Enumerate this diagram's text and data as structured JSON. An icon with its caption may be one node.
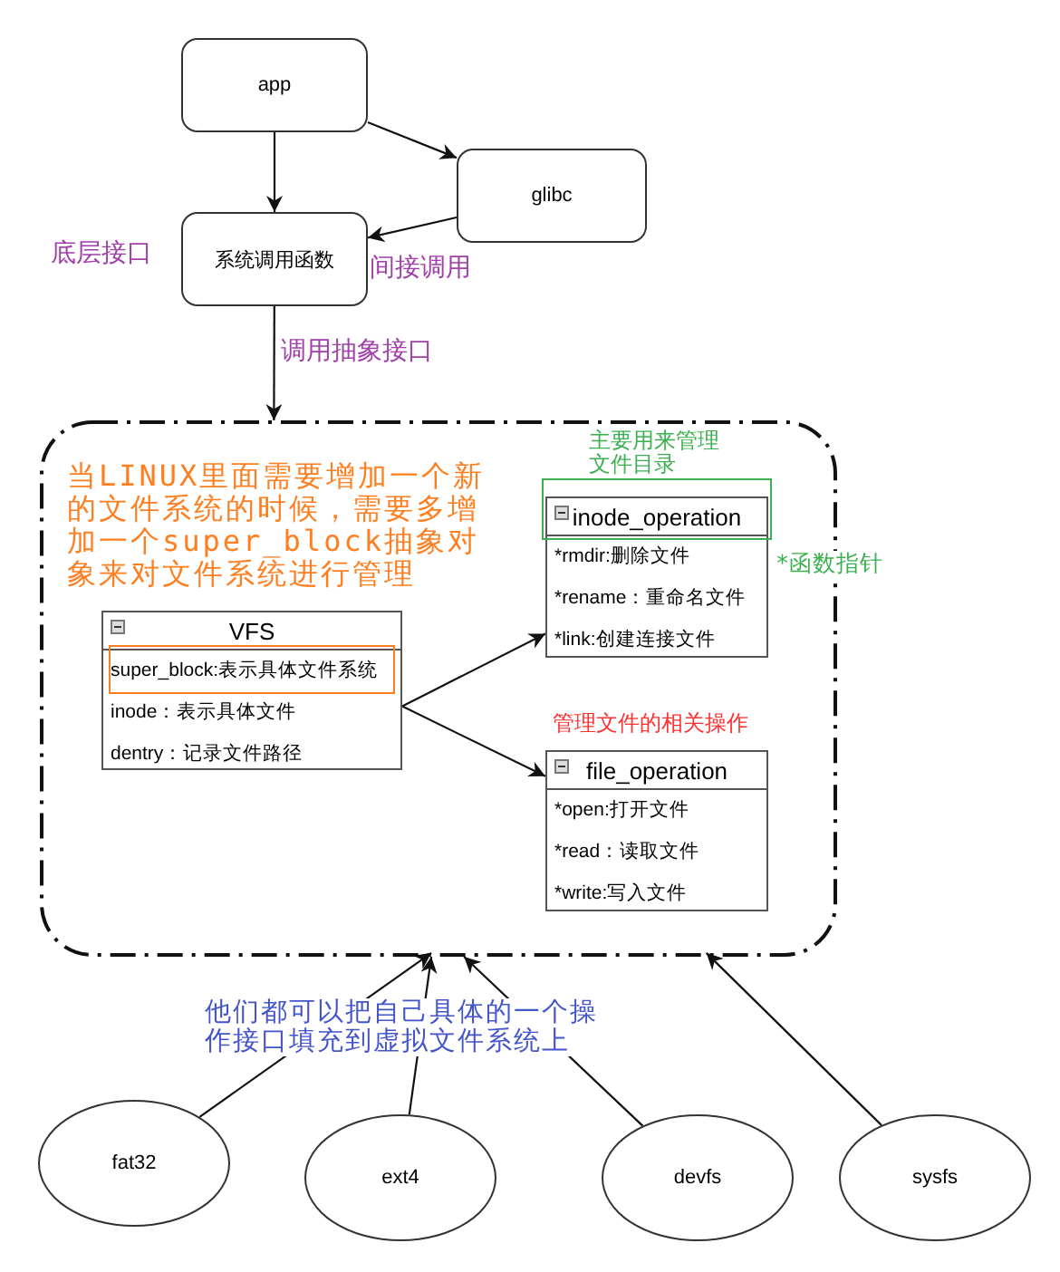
{
  "diagram": {
    "nodes": [
      {
        "text": [
          "app"
        ]
      },
      {
        "text": [
          "glibc"
        ]
      },
      {
        "text": [
          "系统调用函数"
        ],
        "beside": [
          "底层接口"
        ]
      },
      {
        "text": [],
        "shape": "box"
      },
      {
        "text": [
          "VFS",
          "super_block:表示具体文件系统",
          "inode：表示具体文件",
          "dentry：记录文件路径"
        ],
        "in": 3
      },
      {
        "text": [
          "inode_operation",
          "*rmdir:删除文件",
          "*rename：重命名文件",
          "*link:创建连接文件"
        ],
        "in": 3,
        "beside": [
          "主要用来管理文件目录",
          "*函数指针"
        ]
      },
      {
        "text": [
          "file_operation",
          "*open:打开文件",
          "*read：读取文件",
          "*write:写入文件"
        ],
        "in": 3,
        "beside": [
          "管理文件的相关操作"
        ]
      },
      {
        "text": [
          "fat32"
        ]
      },
      {
        "text": [
          "ext4"
        ]
      },
      {
        "text": [
          "devfs"
        ]
      },
      {
        "text": [
          "sysfs"
        ]
      }
    ],
    "edges": [
      {
        "from": 0,
        "to": 2,
        "arrow": "to"
      },
      {
        "from": 0,
        "to": 1,
        "arrow": "to"
      },
      {
        "from": 1,
        "to": 2,
        "arrow": "to",
        "label": "间接调用"
      },
      {
        "from": 2,
        "to": 3,
        "arrow": "to",
        "label": "调用抽象接口"
      },
      {
        "from": 4,
        "to": 5,
        "arrow": "to"
      },
      {
        "from": 4,
        "to": 6,
        "arrow": "to"
      },
      {
        "from": 7,
        "to": 3,
        "arrow": "to"
      },
      {
        "from": 8,
        "to": 3,
        "arrow": "to"
      },
      {
        "from": 9,
        "to": 3,
        "arrow": "to"
      },
      {
        "from": 10,
        "to": 3,
        "arrow": "to"
      }
    ],
    "labels": [
      "当LINUX里面需要增加一个新的文件系统的时候，需要多增加一个super_block抽象对象来对文件系统进行管理",
      "他们都可以把自己具体的一个操作接口填充到虚拟文件系统上"
    ]
  }
}
